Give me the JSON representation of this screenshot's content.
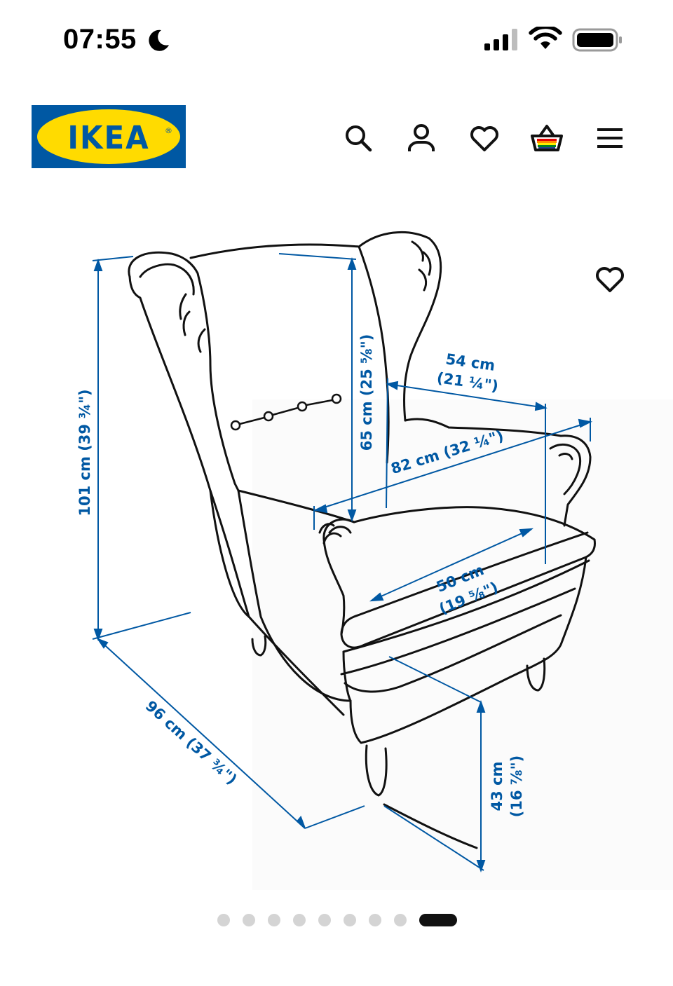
{
  "status_bar": {
    "time": "07:55",
    "icons": [
      "moon-icon",
      "signal-icon",
      "wifi-icon",
      "battery-icon"
    ]
  },
  "header": {
    "logo_text": "IKEA",
    "logo_registered_mark": "®",
    "brand_colors": {
      "blue": "#0058a3",
      "yellow": "#ffdb00"
    },
    "icons": [
      "search-icon",
      "account-icon",
      "favourites-icon",
      "basket-icon",
      "menu-icon"
    ]
  },
  "product_image": {
    "favourite_icon": "heart-icon",
    "dimensions": {
      "height": "101 cm (39 ¾\")",
      "back_height": "65 cm (25 ⅝\")",
      "seat_width_top": "54 cm",
      "seat_width_top_in": "(21 ¼\")",
      "width": "82 cm (32 ¼\")",
      "seat_depth": "50 cm",
      "seat_depth_in": "(19 ⅝\")",
      "depth": "96 cm (37 ¾\")",
      "seat_height": "43 cm",
      "seat_height_in": "(16 ⅞\")"
    },
    "dimension_color": "#0058a3"
  },
  "carousel": {
    "total": 9,
    "active_index": 8
  }
}
